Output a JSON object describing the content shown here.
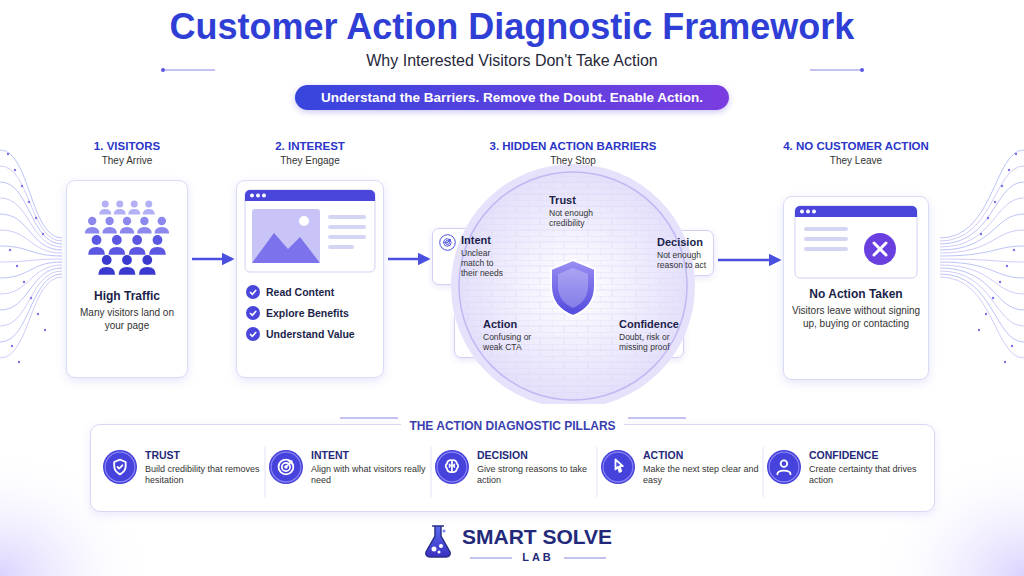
{
  "diagram": {
    "title": "Customer Action Diagnostic Framework",
    "nodes": [
      {
        "text": [
          "Understand the Barriers. Remove the Doubt. Enable Action."
        ]
      },
      {
        "text": [
          "1. VISITORS",
          "They Arrive",
          "High Traffic",
          "Many visitors land on your page"
        ]
      },
      {
        "text": [
          "2. INTEREST",
          "They Engage",
          "Read Content",
          "Explore Benefits",
          "Understand Value"
        ]
      },
      {
        "text": [
          "3. HIDDEN ACTION BARRIERS",
          "They Stop"
        ]
      },
      {
        "text": [
          "Trust",
          "Not enough credibility"
        ],
        "in": 3
      },
      {
        "text": [
          "Intent",
          "Unclear match to their needs"
        ],
        "in": 3
      },
      {
        "text": [
          "Decision",
          "Not enough reason to act"
        ],
        "in": 3
      },
      {
        "text": [
          "Action",
          "Confusing or weak CTA"
        ],
        "in": 3
      },
      {
        "text": [
          "Confidence",
          "Doubt, risk or missing proof"
        ],
        "in": 3
      },
      {
        "text": [
          "4. NO CUSTOMER ACTION",
          "They Leave",
          "No Action Taken",
          "Visitors leave without signing up, buying or contacting"
        ]
      },
      {
        "text": [
          "THE ACTION DIAGNOSTIC PILLARS"
        ]
      },
      {
        "text": [
          "TRUST",
          "Build credibility that removes hesitation"
        ],
        "in": 10
      },
      {
        "text": [
          "INTENT",
          "Align with what visitors really need"
        ],
        "in": 10
      },
      {
        "text": [
          "DECISION",
          "Give strong reasons to take action"
        ],
        "in": 10
      },
      {
        "text": [
          "ACTION",
          "Make the next step clear and easy"
        ],
        "in": 10
      },
      {
        "text": [
          "CONFIDENCE",
          "Create certainty that drives action"
        ],
        "in": 10
      }
    ],
    "edges": [
      {
        "from": 1,
        "to": 2,
        "arrow": "to"
      },
      {
        "from": 2,
        "to": 3,
        "arrow": "to"
      },
      {
        "from": 3,
        "to": 9,
        "arrow": "to"
      }
    ],
    "labels": [
      "Why Interested Visitors Don't Take Action",
      "SMART SOLVE",
      "LAB"
    ]
  }
}
